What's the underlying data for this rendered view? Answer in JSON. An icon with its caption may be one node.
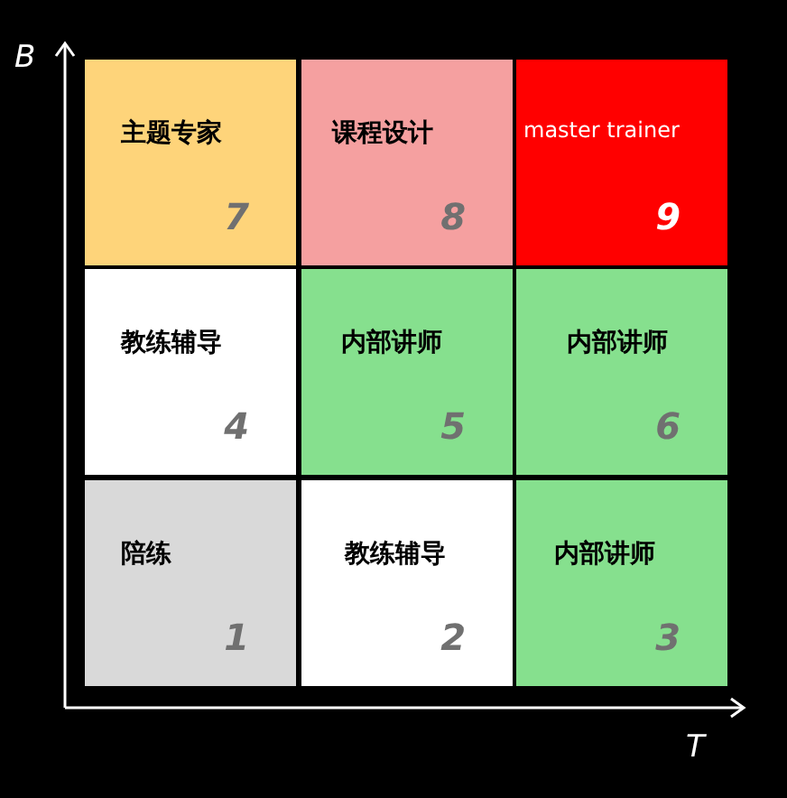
{
  "diagram": {
    "nodes": [
      {
        "text": [
          "主题专家",
          "7"
        ]
      },
      {
        "text": [
          "课程设计",
          "8"
        ]
      },
      {
        "text": [
          "master trainer",
          "9"
        ]
      },
      {
        "text": [
          "教练辅导",
          "4"
        ]
      },
      {
        "text": [
          "内部讲师",
          "5"
        ]
      },
      {
        "text": [
          "内部讲师",
          "6"
        ]
      },
      {
        "text": [
          "陪练",
          "1"
        ]
      },
      {
        "text": [
          "教练辅导",
          "2"
        ]
      },
      {
        "text": [
          "内部讲师",
          "3"
        ]
      }
    ],
    "edges": [],
    "labels": [
      "B",
      "T"
    ]
  }
}
